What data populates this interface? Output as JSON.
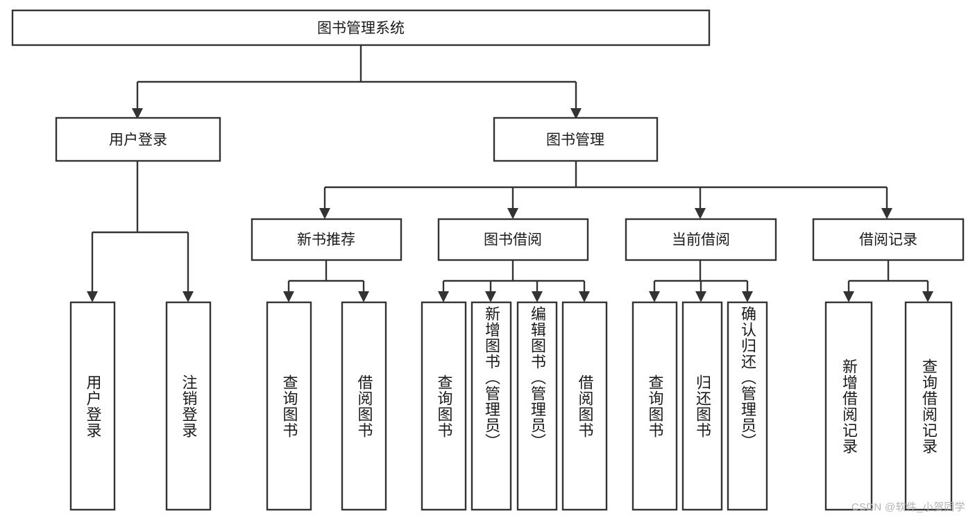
{
  "diagram": {
    "title": "图书管理系统",
    "type": "tree-hierarchy",
    "watermark": "CSDN @软件_小贺同学",
    "colors": {
      "stroke": "#333333",
      "fill": "#ffffff",
      "text": "#1a1a1a",
      "watermark": "#b4b4b4",
      "background": "#ffffff"
    },
    "root": {
      "label": "图书管理系统"
    },
    "level2": [
      {
        "label": "用户登录"
      },
      {
        "label": "图书管理"
      }
    ],
    "level3": [
      {
        "label": "新书推荐"
      },
      {
        "label": "图书借阅"
      },
      {
        "label": "当前借阅"
      },
      {
        "label": "借阅记录"
      }
    ],
    "leaves_user_login": [
      {
        "label": "用户登录"
      },
      {
        "label": "注销登录"
      }
    ],
    "leaves_new_book": [
      {
        "label": "查询图书"
      },
      {
        "label": "借阅图书"
      }
    ],
    "leaves_borrow": [
      {
        "label": "查询图书"
      },
      {
        "label": "新增图书（管理员）"
      },
      {
        "label": "编辑图书（管理员）"
      },
      {
        "label": "借阅图书"
      }
    ],
    "leaves_current": [
      {
        "label": "查询图书"
      },
      {
        "label": "归还图书"
      },
      {
        "label": "确认归还（管理员）"
      }
    ],
    "leaves_record": [
      {
        "label": "新增借阅记录"
      },
      {
        "label": "查询借阅记录"
      }
    ]
  }
}
